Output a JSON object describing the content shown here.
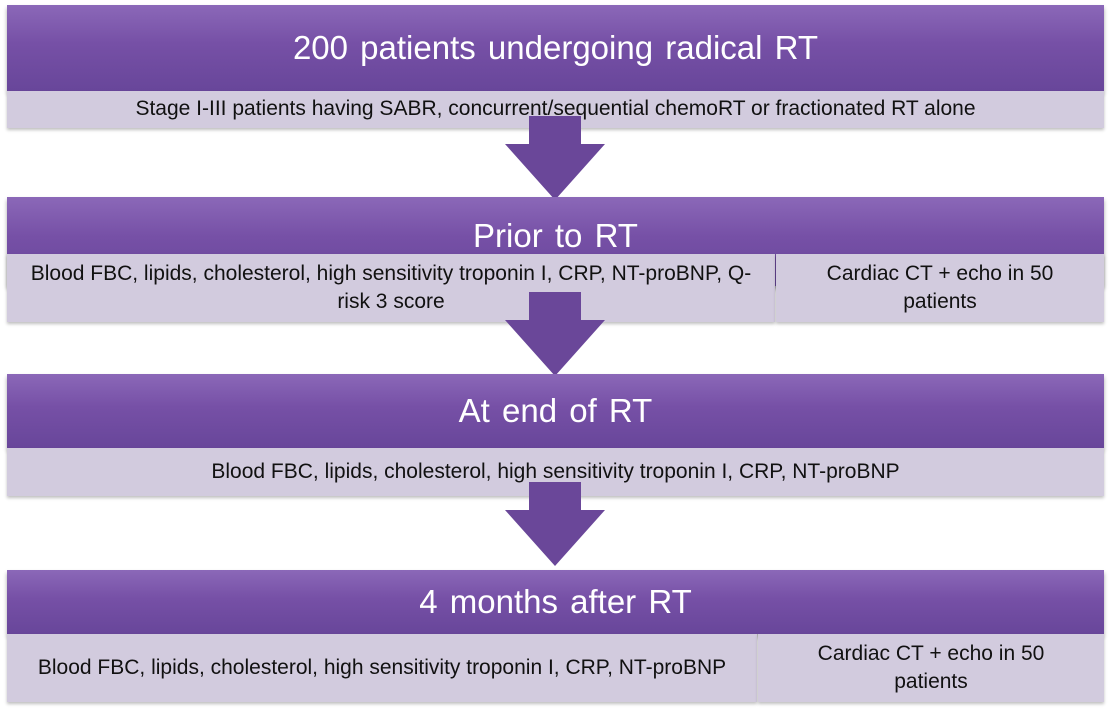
{
  "stages": [
    {
      "title": "200 patients undergoing radical RT",
      "details": [
        "Stage I-III  patients having SABR, concurrent/sequential chemoRT or fractionated RT alone"
      ]
    },
    {
      "title": "Prior to RT",
      "details": [
        "Blood FBC, lipids, cholesterol, high sensitivity troponin I, CRP, NT-proBNP, Q-risk 3 score",
        "Cardiac CT + echo in 50 patients"
      ]
    },
    {
      "title": "At end of RT",
      "details": [
        "Blood FBC, lipids, cholesterol, high sensitivity troponin I, CRP, NT-proBNP"
      ]
    },
    {
      "title": "4 months after RT",
      "details": [
        "Blood FBC, lipids, cholesterol, high sensitivity troponin I, CRP, NT-proBNP",
        "Cardiac CT + echo in 50 patients"
      ]
    }
  ],
  "colors": {
    "header": "#7650a6",
    "detail_box": "#d2cbde",
    "arrow": "#6a4799"
  }
}
